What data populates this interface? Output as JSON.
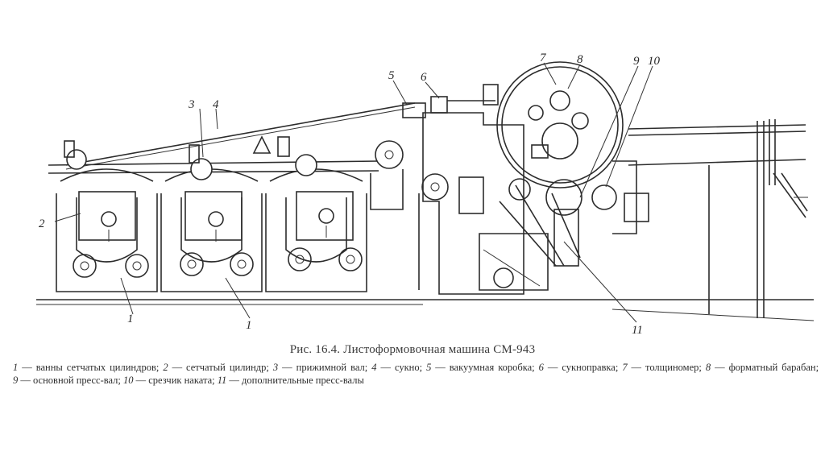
{
  "figure": {
    "callouts": [
      "1",
      "1",
      "2",
      "3",
      "4",
      "5",
      "6",
      "7",
      "8",
      "9",
      "10",
      "11"
    ],
    "caption": "Рис. 16.4. Листоформовочная машина СМ-943"
  },
  "legend": [
    {
      "num": "1",
      "text": "— ванны сетчатых цилиндров;"
    },
    {
      "num": "2",
      "text": "— сетчатый цилиндр;"
    },
    {
      "num": "3",
      "text": "— прижимной вал;"
    },
    {
      "num": "4",
      "text": "— сукно;"
    },
    {
      "num": "5",
      "text": "— вакуумная коробка;"
    },
    {
      "num": "6",
      "text": "— сукноправка;"
    },
    {
      "num": "7",
      "text": "— толщиномер;"
    },
    {
      "num": "8",
      "text": "— форматный барабан;"
    },
    {
      "num": "9",
      "text": "— основной пресс-вал;"
    },
    {
      "num": "10",
      "text": "— срезчик наката;"
    },
    {
      "num": "11",
      "text": "— дополнительные пресс-валы"
    }
  ]
}
